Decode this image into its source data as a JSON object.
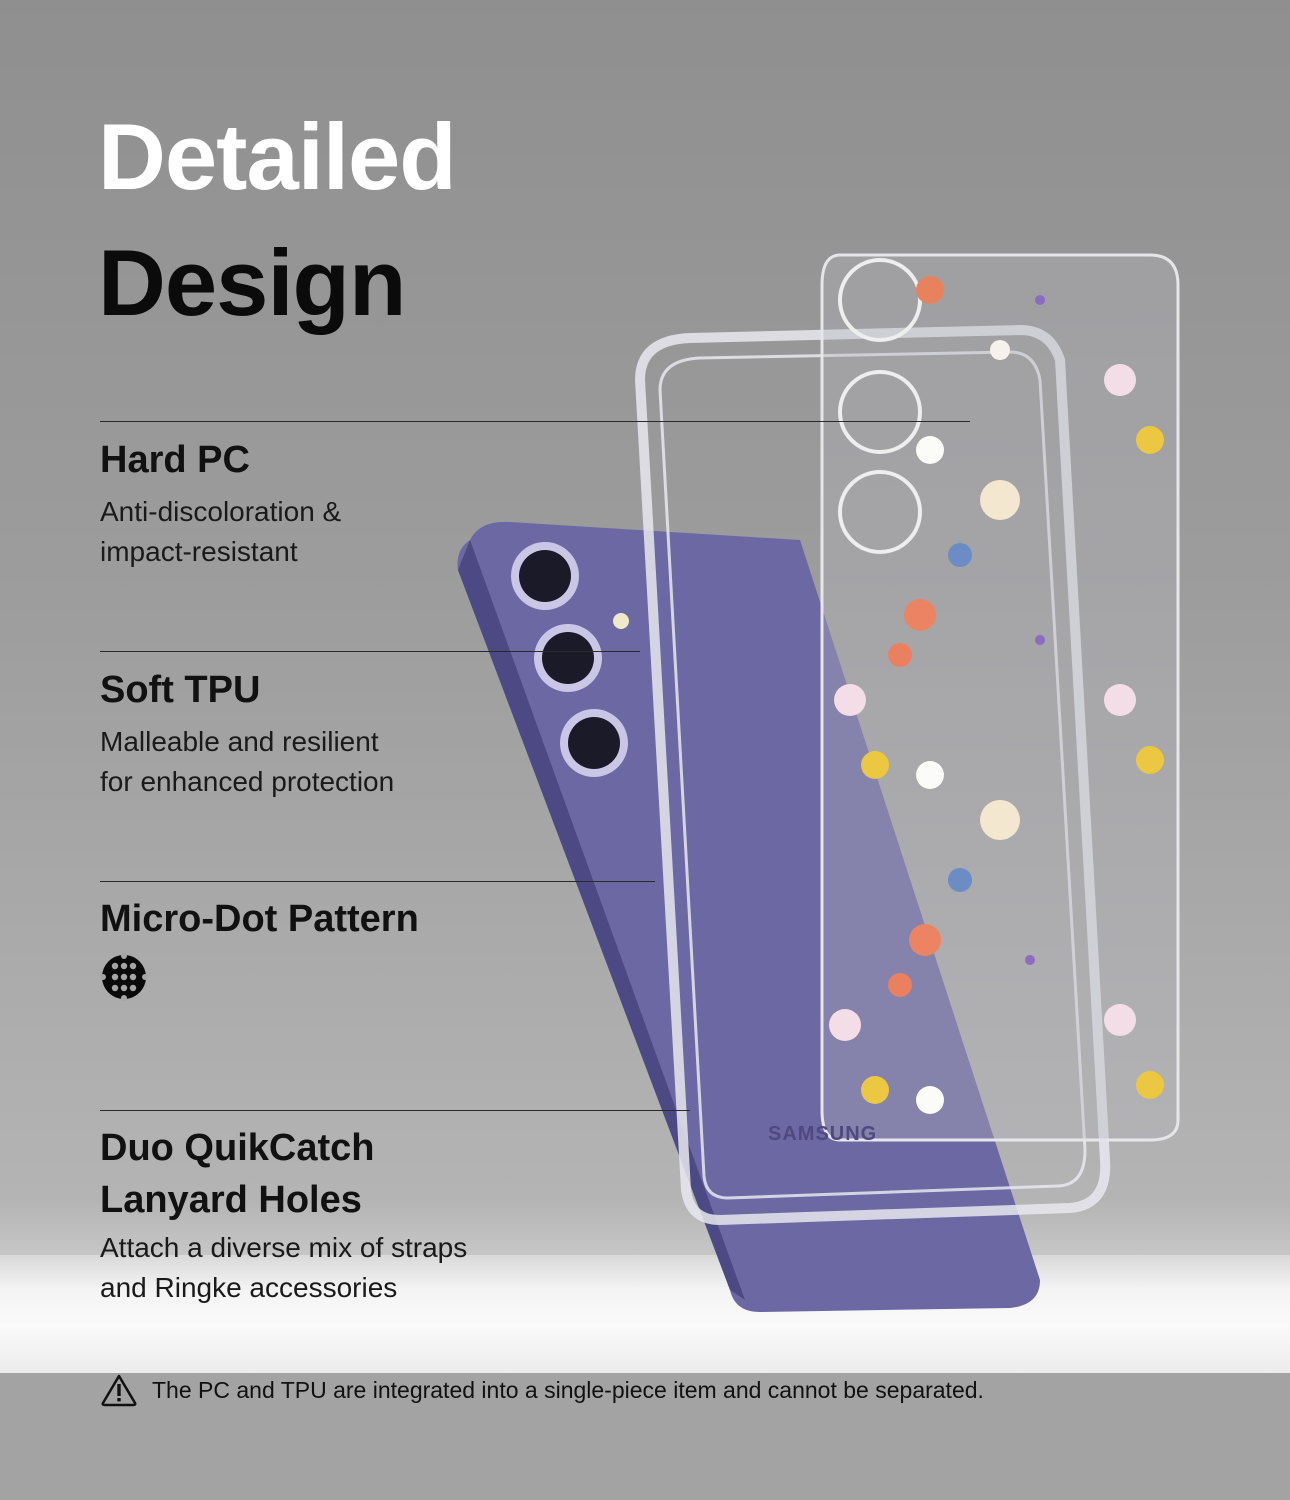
{
  "heading": {
    "line1": "Detailed",
    "line2": "Design"
  },
  "features": [
    {
      "title": "Hard PC",
      "desc": "Anti-discoloration &\nimpact-resistant"
    },
    {
      "title": "Soft TPU",
      "desc": "Malleable and resilient\nfor enhanced protection"
    },
    {
      "title": "Micro-Dot Pattern",
      "icon": "micro-dot-pattern-icon"
    },
    {
      "title": "Duo QuikCatch\nLanyard Holes",
      "desc": "Attach a diverse mix of straps\nand Ringke accessories"
    }
  ],
  "phone": {
    "brand": "SAMSUNG",
    "color": "#6e6aa6"
  },
  "note": {
    "icon": "warning-icon",
    "text": "The PC and TPU are integrated into a single-piece item and cannot be separated."
  }
}
